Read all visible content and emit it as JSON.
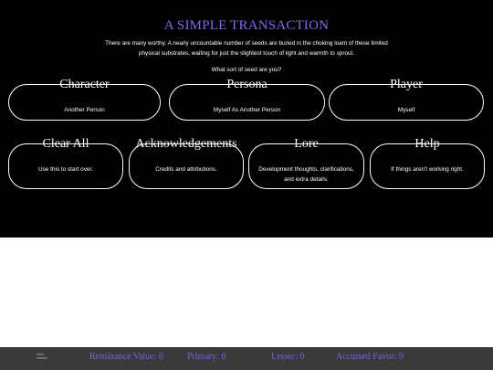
{
  "header": {
    "title": "A SIMPLE TRANSACTION",
    "intro": "There are many worthy. A nearly uncountable number of seeds are buried in the choking loam of these limited physical substrates, waiting for just the slightest touch of light and warmth to sprout.",
    "question": "What sort of seed are you?"
  },
  "choices": [
    {
      "title": "Character",
      "desc": "Another Person"
    },
    {
      "title": "Persona",
      "desc": "Myself As Another Person"
    },
    {
      "title": "Player",
      "desc": "Myself"
    }
  ],
  "menu": [
    {
      "title": "Clear All",
      "desc": "Use this to start over."
    },
    {
      "title": "Acknowledgements",
      "desc": "Credits and attributions."
    },
    {
      "title": "Lore",
      "desc": "Development thoughts, clarifications, and extra details."
    },
    {
      "title": "Help",
      "desc": "If things aren't working right."
    }
  ],
  "status": {
    "remittance": "Remittance Value: 0",
    "primary": "Primary: 0",
    "lesser": "Lesser: 0",
    "favor": "Accursed Favor: 0"
  },
  "colors": {
    "title": "#7b6ee8",
    "status_text": "#6f63e0",
    "panel": "#000000",
    "status_bar": "#3a3a3a"
  }
}
